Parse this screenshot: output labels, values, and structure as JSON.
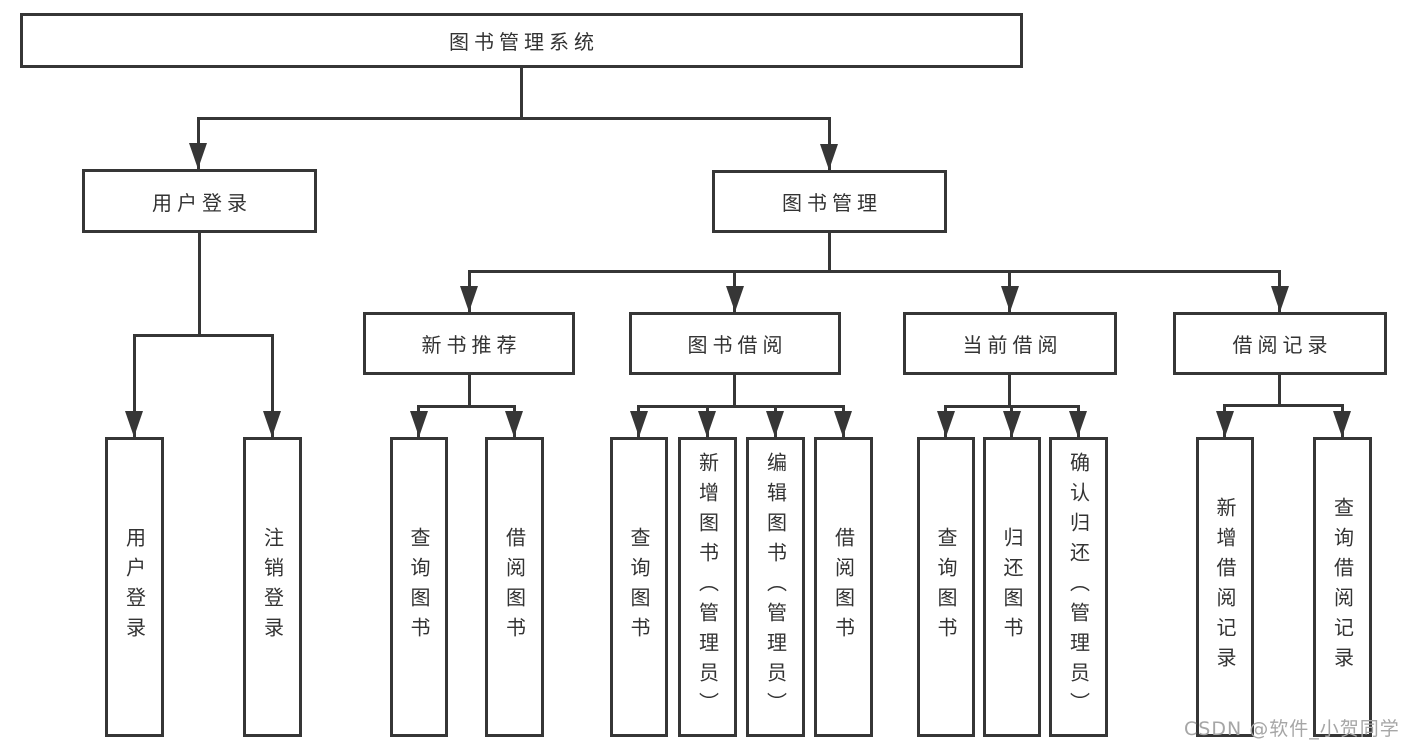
{
  "diagram": {
    "type": "hierarchy-tree",
    "root": {
      "label": "图书管理系统"
    },
    "branches": [
      {
        "label": "用户登录",
        "children": [
          {
            "label": "用户登录"
          },
          {
            "label": "注销登录"
          }
        ]
      },
      {
        "label": "图书管理",
        "sections": [
          {
            "label": "新书推荐",
            "children": [
              {
                "label": "查询图书"
              },
              {
                "label": "借阅图书"
              }
            ]
          },
          {
            "label": "图书借阅",
            "children": [
              {
                "label": "查询图书"
              },
              {
                "label": "新增图书（管理员）"
              },
              {
                "label": "编辑图书（管理员）"
              },
              {
                "label": "借阅图书"
              }
            ]
          },
          {
            "label": "当前借阅",
            "children": [
              {
                "label": "查询图书"
              },
              {
                "label": "归还图书"
              },
              {
                "label": "确认归还（管理员）"
              }
            ]
          },
          {
            "label": "借阅记录",
            "children": [
              {
                "label": "新增借阅记录"
              },
              {
                "label": "查询借阅记录"
              }
            ]
          }
        ]
      }
    ],
    "watermark": "CSDN @软件_小贺同学",
    "colors": {
      "line": "#363636",
      "box_border": "#363636",
      "text": "#333333",
      "watermark_text": "#a6a6a6",
      "background": "#ffffff"
    }
  }
}
